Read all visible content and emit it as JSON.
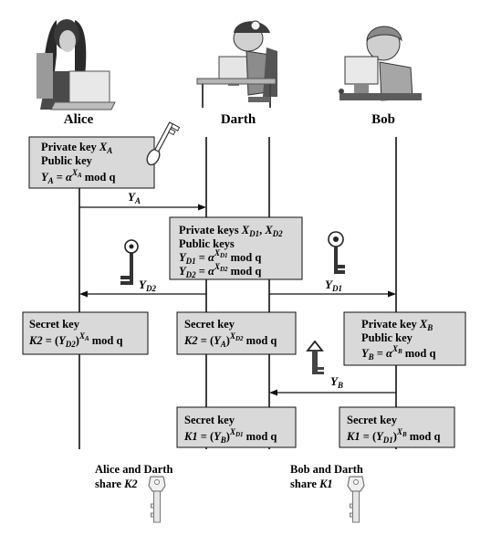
{
  "parties": [
    {
      "id": "alice",
      "name": "Alice",
      "icon": "person-at-laptop-icon"
    },
    {
      "id": "darth",
      "name": "Darth",
      "icon": "person-at-computer-icon"
    },
    {
      "id": "bob",
      "name": "Bob",
      "icon": "person-at-computer-icon"
    }
  ],
  "boxes": {
    "alice_keys": {
      "private_key": "Private key",
      "public_key": "Public key",
      "ya_eq": "Y",
      "mod_q": "mod q"
    },
    "darth_keys": {
      "private_keys": "Private keys",
      "public_keys": "Public keys",
      "mod_q": "mod q"
    },
    "alice_secret": {
      "title": "Secret key",
      "mod_q": "mod q"
    },
    "darth_secret_k2": {
      "title": "Secret key",
      "mod_q": "mod q"
    },
    "bob_keys": {
      "private_key": "Private key",
      "public_key": "Public key",
      "mod_q": "mod q"
    },
    "darth_secret_k1": {
      "title": "Secret key",
      "mod_q": "mod q"
    },
    "bob_secret": {
      "title": "Secret key",
      "mod_q": "mod q"
    }
  },
  "messages": [
    {
      "label": "YA",
      "from": "alice",
      "to": "darth_left",
      "key_icon": "key-icon"
    },
    {
      "label": "YD2",
      "from": "darth_left",
      "to": "alice",
      "key_icon": "ornate-key-icon"
    },
    {
      "label": "YD1",
      "from": "darth_right",
      "to": "bob",
      "key_icon": "ornate-key-icon"
    },
    {
      "label": "YB",
      "from": "bob",
      "to": "darth_right",
      "key_icon": "key-icon"
    }
  ],
  "shares": {
    "alice_darth": {
      "line1": "Alice and Darth",
      "line2": "share",
      "key": "K2"
    },
    "bob_darth": {
      "line1": "Bob and Darth",
      "line2": "share",
      "key": "K1"
    }
  },
  "colors": {
    "box_fill": "#d9d9d9",
    "line": "#111111",
    "key_fill": "#ffffff"
  }
}
